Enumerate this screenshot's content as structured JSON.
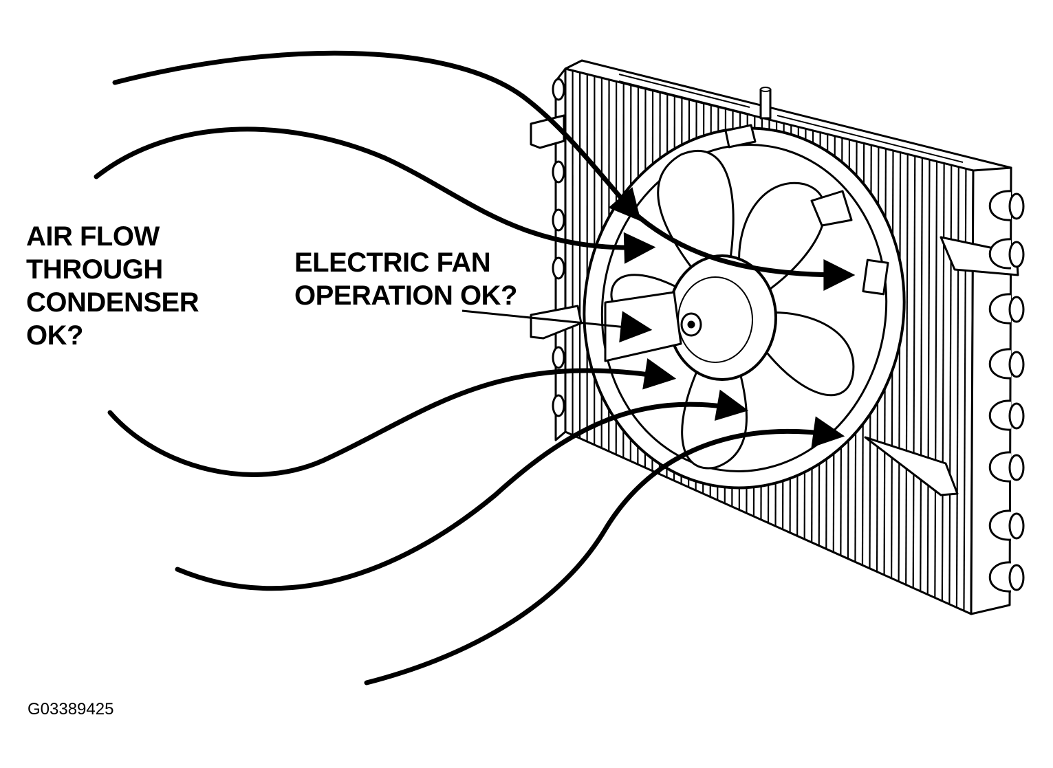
{
  "labels": {
    "airflow": [
      "AIR FLOW",
      "THROUGH",
      "CONDENSER",
      "OK?"
    ],
    "fan": [
      "ELECTRIC FAN",
      "OPERATION OK?"
    ]
  },
  "figure_id": "G03389425",
  "colors": {
    "ink": "#000000",
    "paper": "#ffffff"
  }
}
